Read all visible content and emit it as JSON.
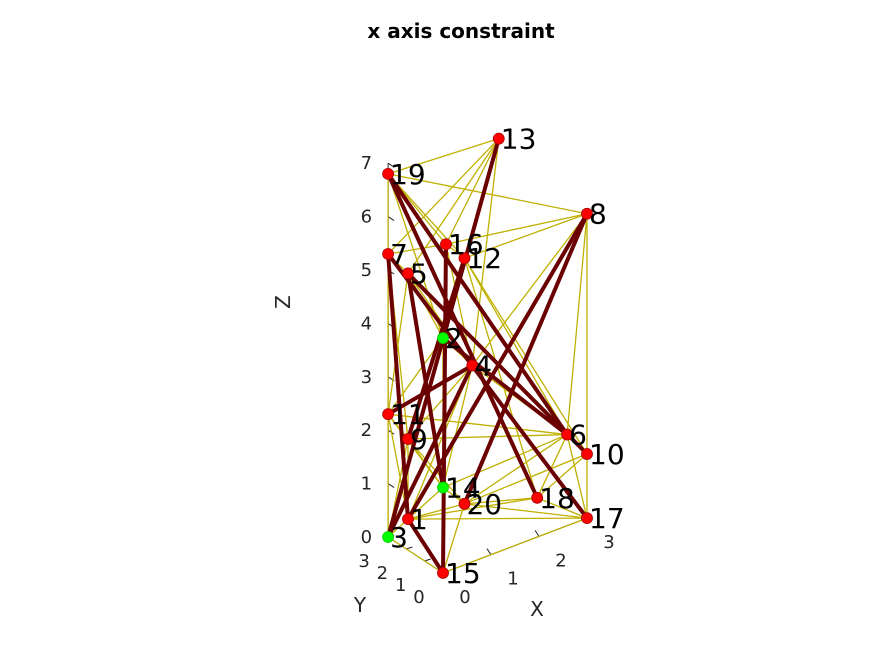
{
  "chart_data": {
    "type": "scatter",
    "title": "x axis constraint",
    "xlabel": "X",
    "ylabel": "Y",
    "zlabel": "Z",
    "xlim": [
      0,
      3
    ],
    "ylim": [
      0,
      3
    ],
    "zlim": [
      0,
      7
    ],
    "xticks": [
      "0",
      "1",
      "2",
      "3"
    ],
    "yticks": [
      "0",
      "1",
      "2",
      "3"
    ],
    "zticks": [
      "0",
      "1",
      "2",
      "3",
      "4",
      "5",
      "6",
      "7"
    ],
    "grid": false,
    "legend": "none",
    "colors": {
      "free_node": "#ff0000",
      "fixed_node": "#00ff00",
      "cable": "#c0b000",
      "strut": "#6b0000"
    },
    "nodes": [
      {
        "id": "1",
        "x": 0.3,
        "y": 2.7,
        "z": 0.3,
        "fixed": false
      },
      {
        "id": "2",
        "x": 0.0,
        "y": 0.0,
        "z": 4.4,
        "fixed": true
      },
      {
        "id": "3",
        "x": 0.0,
        "y": 3.0,
        "z": 0.0,
        "fixed": true
      },
      {
        "id": "4",
        "x": 0.8,
        "y": 0.5,
        "z": 3.5,
        "fixed": false
      },
      {
        "id": "5",
        "x": 0.3,
        "y": 2.7,
        "z": 4.9,
        "fixed": false
      },
      {
        "id": "6",
        "x": 2.7,
        "y": 0.3,
        "z": 1.6,
        "fixed": false
      },
      {
        "id": "7",
        "x": 0.0,
        "y": 3.0,
        "z": 5.3,
        "fixed": false
      },
      {
        "id": "8",
        "x": 3.0,
        "y": 0.0,
        "z": 5.7,
        "fixed": false
      },
      {
        "id": "9",
        "x": 0.3,
        "y": 2.7,
        "z": 1.8,
        "fixed": false
      },
      {
        "id": "10",
        "x": 3.0,
        "y": 0.0,
        "z": 1.2,
        "fixed": false
      },
      {
        "id": "11",
        "x": 0.0,
        "y": 3.0,
        "z": 2.3,
        "fixed": false
      },
      {
        "id": "12",
        "x": 0.6,
        "y": 0.4,
        "z": 5.6,
        "fixed": false
      },
      {
        "id": "13",
        "x": 1.2,
        "y": 0.1,
        "z": 7.7,
        "fixed": false
      },
      {
        "id": "14",
        "x": 0.0,
        "y": 0.0,
        "z": 1.6,
        "fixed": true
      },
      {
        "id": "15",
        "x": 0.0,
        "y": 0.0,
        "z": 0.0,
        "fixed": false
      },
      {
        "id": "16",
        "x": 0.1,
        "y": 0.1,
        "z": 6.1,
        "fixed": false
      },
      {
        "id": "17",
        "x": 3.0,
        "y": 0.0,
        "z": 0.0,
        "fixed": false
      },
      {
        "id": "18",
        "x": 2.0,
        "y": 0.1,
        "z": 0.7,
        "fixed": false
      },
      {
        "id": "19",
        "x": 0.0,
        "y": 3.0,
        "z": 6.8,
        "fixed": false
      },
      {
        "id": "20",
        "x": 0.6,
        "y": 0.4,
        "z": 1.0,
        "fixed": false
      }
    ],
    "struts": [
      [
        "19",
        "18"
      ],
      [
        "19",
        "6"
      ],
      [
        "7",
        "17"
      ],
      [
        "7",
        "1"
      ],
      [
        "5",
        "10"
      ],
      [
        "5",
        "14"
      ],
      [
        "16",
        "15"
      ],
      [
        "8",
        "20"
      ],
      [
        "8",
        "1"
      ],
      [
        "13",
        "3"
      ],
      [
        "11",
        "4"
      ],
      [
        "2",
        "6"
      ],
      [
        "9",
        "12"
      ],
      [
        "1",
        "15"
      ],
      [
        "3",
        "4"
      ]
    ],
    "cables": [
      [
        "19",
        "13"
      ],
      [
        "19",
        "16"
      ],
      [
        "19",
        "8"
      ],
      [
        "19",
        "7"
      ],
      [
        "19",
        "12"
      ],
      [
        "19",
        "2"
      ],
      [
        "13",
        "16"
      ],
      [
        "13",
        "12"
      ],
      [
        "13",
        "7"
      ],
      [
        "13",
        "5"
      ],
      [
        "13",
        "4"
      ],
      [
        "13",
        "2"
      ],
      [
        "16",
        "12"
      ],
      [
        "16",
        "8"
      ],
      [
        "16",
        "7"
      ],
      [
        "16",
        "4"
      ],
      [
        "12",
        "8"
      ],
      [
        "12",
        "10"
      ],
      [
        "12",
        "6"
      ],
      [
        "12",
        "18"
      ],
      [
        "8",
        "6"
      ],
      [
        "8",
        "10"
      ],
      [
        "8",
        "4"
      ],
      [
        "7",
        "11"
      ],
      [
        "7",
        "5"
      ],
      [
        "7",
        "9"
      ],
      [
        "5",
        "11"
      ],
      [
        "5",
        "2"
      ],
      [
        "5",
        "4"
      ],
      [
        "2",
        "4"
      ],
      [
        "2",
        "14"
      ],
      [
        "2",
        "11"
      ],
      [
        "4",
        "14"
      ],
      [
        "4",
        "6"
      ],
      [
        "4",
        "9"
      ],
      [
        "4",
        "1"
      ],
      [
        "11",
        "6"
      ],
      [
        "11",
        "9"
      ],
      [
        "11",
        "14"
      ],
      [
        "11",
        "1"
      ],
      [
        "11",
        "3"
      ],
      [
        "9",
        "6"
      ],
      [
        "9",
        "14"
      ],
      [
        "9",
        "20"
      ],
      [
        "9",
        "1"
      ],
      [
        "9",
        "3"
      ],
      [
        "6",
        "10"
      ],
      [
        "6",
        "14"
      ],
      [
        "6",
        "20"
      ],
      [
        "6",
        "18"
      ],
      [
        "6",
        "17"
      ],
      [
        "10",
        "20"
      ],
      [
        "10",
        "17"
      ],
      [
        "10",
        "18"
      ],
      [
        "14",
        "20"
      ],
      [
        "14",
        "15"
      ],
      [
        "14",
        "1"
      ],
      [
        "20",
        "1"
      ],
      [
        "20",
        "18"
      ],
      [
        "20",
        "17"
      ],
      [
        "20",
        "15"
      ],
      [
        "18",
        "17"
      ],
      [
        "18",
        "1"
      ],
      [
        "17",
        "1"
      ],
      [
        "17",
        "15"
      ],
      [
        "1",
        "3"
      ],
      [
        "1",
        "15"
      ],
      [
        "3",
        "15"
      ]
    ]
  }
}
